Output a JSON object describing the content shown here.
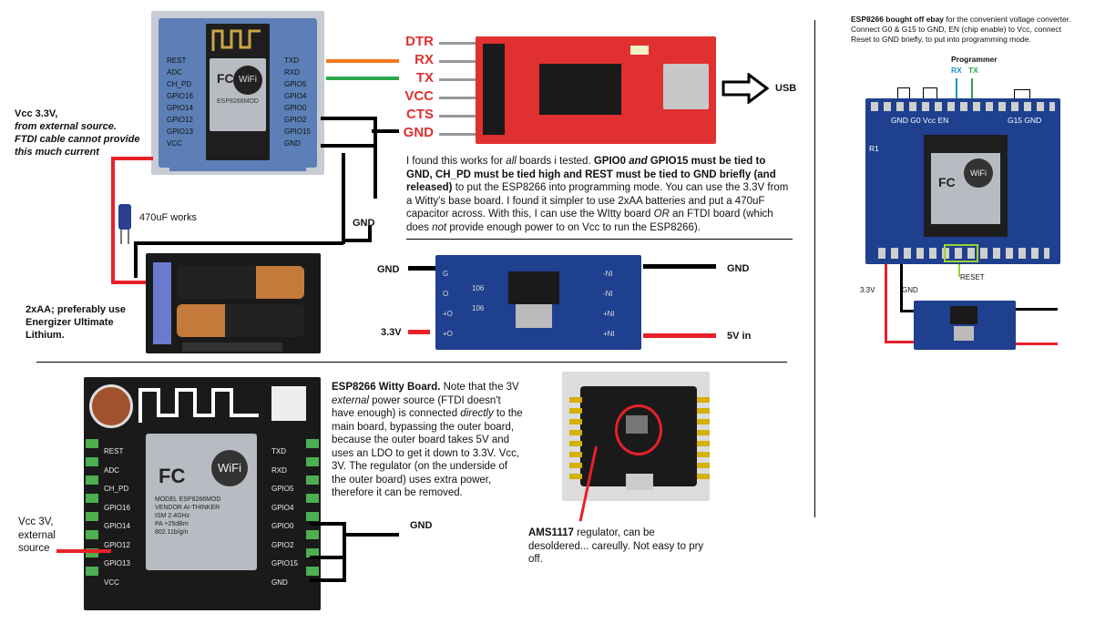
{
  "esp12_pins_left": [
    "REST",
    "ADC",
    "CH_PD",
    "GPIO16",
    "GPIO14",
    "GPIO12",
    "GPIO13",
    "VCC"
  ],
  "esp12_pins_right": [
    "TXD",
    "RXD",
    "GPIO5",
    "GPIO4",
    "GPIO0",
    "GPIO2",
    "GPIO15",
    "GND"
  ],
  "esp12_module": {
    "brand": "WiFi",
    "vendor": "ESP8266MOD",
    "fc": "FC"
  },
  "ftdi_labels": [
    "DTR",
    "RX",
    "TX",
    "VCC",
    "CTS",
    "GND"
  ],
  "usb_label": "USB",
  "vcc_note": {
    "line1": "Vcc 3.3V,",
    "line2": "from external source.",
    "line3": "FTDI cable cannot provide",
    "line4": "this much current"
  },
  "cap_label": "470uF works",
  "gnd_label_top": "GND",
  "battery_label": {
    "line1": "2xAA; preferably use",
    "line2": "Energizer Ultimate",
    "line3": "Lithium."
  },
  "main_paragraph": {
    "p1": "I found this works for ",
    "p1_em": "all",
    "p2": " boards i tested. ",
    "p3_b": "GPIO0 ",
    "p3_em": "and",
    "p4_b": " GPIO15 must be tied to GND, CH_PD must be tied high and REST must be tied to GND briefly (and released)",
    "p5": " to put the ESP8266 into programming mode. You can use the 3.3V from a Witty's base board. I found it simpler to use 2xAA batteries and put a 470uF capacitor across. With this, I can use the WItty board ",
    "p5_em": "OR",
    "p6": " an FTDI board (which does ",
    "p6_em": "not",
    "p7": " provide enough power to on Vcc to run the ESP8266)."
  },
  "regulator_labels": {
    "gnd_left": "GND",
    "gnd_right": "GND",
    "v33": "3.3V",
    "v5": "5V in"
  },
  "regulator_board": {
    "left_pins": [
      "G",
      "O",
      "+O",
      "+O"
    ],
    "right_pins": [
      "-NI",
      "-NI",
      "+NI",
      "+NI"
    ],
    "mid": [
      "106",
      "106"
    ]
  },
  "witty_title": "ESP8266 Witty Board.",
  "witty_text": {
    "t1": " Note that the 3V ",
    "t1_em": "external",
    "t2": " power source (FTDI doesn't have enough) is connected ",
    "t2_em": "directly",
    "t3": " to the main board, bypassing the outer board, because the outer board takes 5V and uses an LDO to get it down to 3.3V. Vcc, 3V. The regulator (on the underside of the outer board) uses extra power, therefore it can be removed."
  },
  "witty_pins_left": [
    "REST",
    "ADC",
    "CH_PD",
    "GPIO16",
    "GPIO14",
    "GPIO12",
    "GPIO13",
    "VCC"
  ],
  "witty_pins_right": [
    "TXD",
    "RXD",
    "GPIO5",
    "GPIO4",
    "GPIO0",
    "GPIO2",
    "GPIO15",
    "GND"
  ],
  "witty_module": {
    "model": "MODEL ESP8266MOD",
    "vendor": "VENDOR AI-THINKER",
    "ism": "ISM 2.4GHz",
    "pa": "PA +25dBm",
    "std": "802.11b/g/n"
  },
  "vcc3v_note": {
    "line1": "Vcc 3V,",
    "line2": "external",
    "line3": "source"
  },
  "gnd_label_bottom": "GND",
  "ams_note": {
    "bold": "AMS1117",
    "rest": " regulator, can be desoldered... careully. Not easy to pry off."
  },
  "right_panel": {
    "title_bold": "ESP8266 bought off ebay",
    "title_rest": " for the convenient voltage converter. Connect G0 & G15 to GND, EN (chip enable) to Vcc, connect Reset to GND briefly, to put into programming mode.",
    "programmer": "Programmer",
    "rx": "RX",
    "tx": "TX",
    "pin_row_left": "GND G0 Vcc EN",
    "pin_row_right": "G15 GND",
    "r1": "R1",
    "reset": "RESET",
    "v33": "3.3V",
    "gnd": "GND"
  },
  "colors": {
    "red": "#e8202a",
    "orange": "#f47920",
    "green": "#2aa84a",
    "blue": "#1e90d6",
    "ftdi_red": "#e03030",
    "board_blue": "#1f3f8f"
  }
}
